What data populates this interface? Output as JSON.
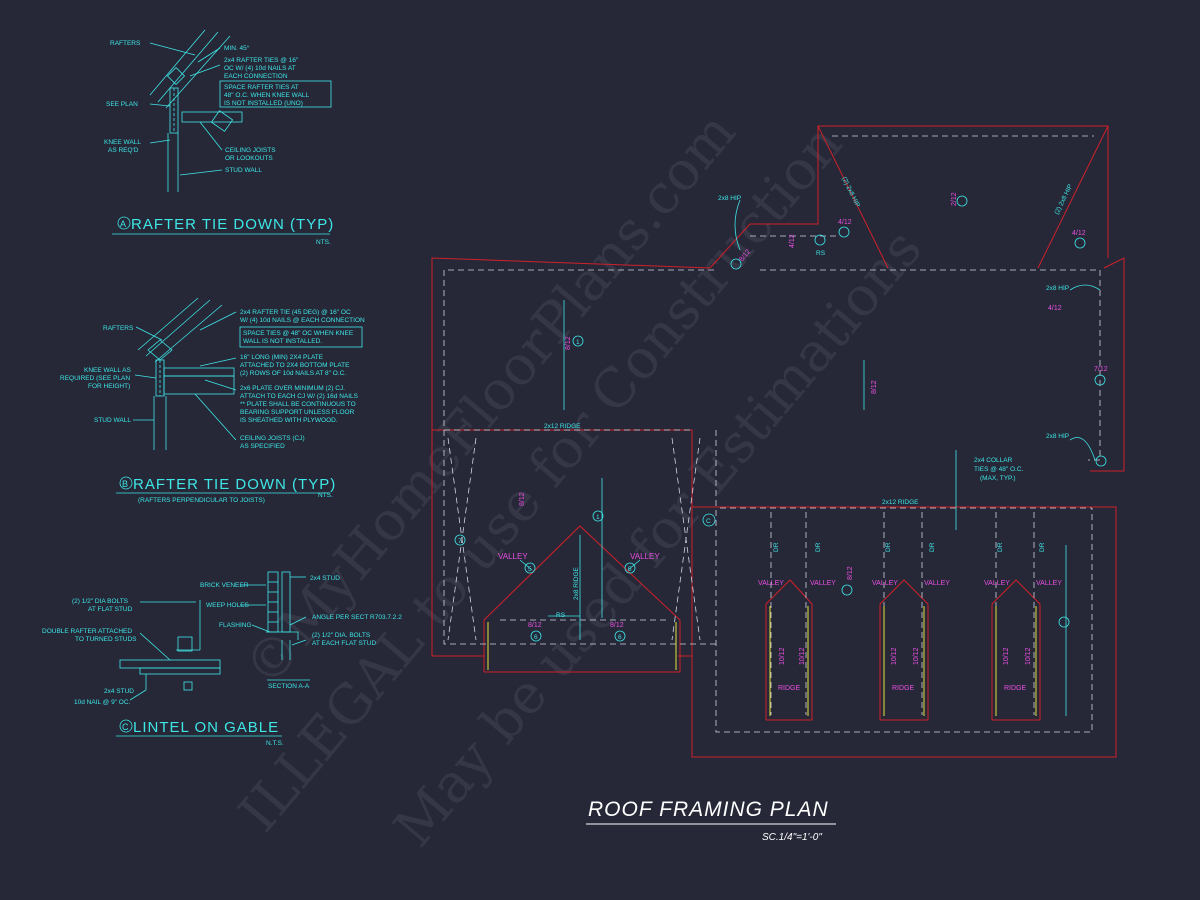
{
  "watermark": {
    "line1": "©MyHomeFloorPlans.com",
    "line2": "ILLEGAL to use for Construction",
    "line3": "May be used for Estimations"
  },
  "detail_a": {
    "title": "RAFTER TIE DOWN (TYP)",
    "marker": "A",
    "scale": "NTS.",
    "notes": {
      "rafters": "RAFTERS",
      "min45": "MIN. 45°",
      "tie1": "2x4 RAFTER TIES @ 16\"",
      "tie2": "OC W/ (4) 10d NAILS AT",
      "tie3": "EACH CONNECTION",
      "box1": "SPACE RAFTER TIES AT",
      "box2": "48\" O.C. WHEN KNEE WALL",
      "box3": "IS NOT INSTALLED (UNO)",
      "see_plan": "SEE PLAN",
      "knee1": "KNEE WALL",
      "knee2": "AS REQ'D",
      "ceil1": "CEILING JOISTS",
      "ceil2": "OR LOOKOUTS",
      "stud": "STUD WALL"
    }
  },
  "detail_b": {
    "title": "RAFTER TIE DOWN (TYP)",
    "marker": "B",
    "subtitle": "(RAFTERS PERPENDICULAR TO JOISTS)",
    "scale": "NTS.",
    "notes": {
      "n1": "2x4 RAFTER TIE (45 DEG) @ 16\" OC",
      "n2": "W/ (4) 10d NAILS @ EACH CONNECTION",
      "box1": "SPACE TIES @ 48\" OC WHEN KNEE",
      "box2": "WALL IS NOT INSTALLED.",
      "n3": "16\" LONG (MIN) 2X4 PLATE",
      "n4": "ATTACHED TO 2X4 BOTTOM PLATE",
      "n5": "(2) ROWS OF 10d NAILS AT 8\" O.C.",
      "n6": "2x6 PLATE OVER MINIMUM (2) CJ.",
      "n7": "ATTACH TO EACH CJ W/ (2) 16d NAILS",
      "n8": "** PLATE SHALL BE CONTINUOUS TO",
      "n9": "BEARING SUPPORT UNLESS FLOOR",
      "n10": "IS SHEATHED WITH PLYWOOD.",
      "ceil1": "CEILING JOISTS (CJ)",
      "ceil2": "AS SPECIFIED",
      "rafters": "RAFTERS",
      "knee1": "KNEE WALL AS",
      "knee2": "REQUIRED (SEE PLAN",
      "knee3": "FOR HEIGHT)",
      "stud": "STUD WALL"
    }
  },
  "detail_c": {
    "title": "LINTEL ON GABLE",
    "marker": "C",
    "scale": "N.T.S.",
    "section": "SECTION A-A",
    "notes": {
      "brick": "BRICK VENEER",
      "weep": "WEEP HOLES",
      "flash": "FLASHING",
      "stud2x4": "2x4 STUD",
      "angle": "ANGLE PER SECT R703.7.2.2",
      "bolts1": "(2) 1/2\" DIA. BOLTS",
      "bolts2": "AT EACH FLAT STUD",
      "lbolts1": "(2) 1/2\" DIA BOLTS",
      "lbolts2": "AT FLAT STUD",
      "dbl1": "DOUBLE RAFTER ATTACHED",
      "dbl2": "TO TURNED STUDS",
      "stud1": "2x4 STUD",
      "stud2": "10d NAIL @ 9\" OC."
    }
  },
  "plan": {
    "title": "ROOF FRAMING PLAN",
    "scale": "SC.1/4\"=1'-0\"",
    "labels": {
      "ridge_left": "2x12 RIDGE",
      "ridge_right": "2x12 RIDGE",
      "ridge_2x8": "2x8 RIDGE",
      "rs1": "RS",
      "rs2": "RS",
      "hip_top": "2x8 HIP",
      "hip_r1": "2x8 HIP",
      "hip_r2": "2x8 HIP",
      "hip_diag_l": "(2) 2x8 HIP",
      "hip_diag_r": "(2) 2x8 HIP",
      "collar1": "2x4 COLLAR",
      "collar2": "TIES @ 48\" O.C.",
      "collar3": "(MAX, TYP.)",
      "valley1": "VALLEY",
      "valley2": "VALLEY",
      "small_valley": "VALLEY",
      "small_ridge": "RIDGE",
      "dr": "DR"
    },
    "pitches": {
      "p812a": "8/12",
      "p812b": "8/12",
      "p812c": "8/12",
      "p812d": "8/12",
      "p812e": "8/12",
      "p812f": "8/12",
      "p812g": "8/12",
      "p412a": "4/12",
      "p412b": "4/12",
      "p412c": "4/12",
      "p412d": "4/12",
      "p212": "2/12",
      "p712": "7/12",
      "p1012": "10/12"
    },
    "tags": {
      "t1": "1",
      "t5": "5",
      "t6": "6",
      "t7": "7",
      "tc": "C"
    }
  },
  "colors": {
    "background": "#262838",
    "cyan": "#3ee6e6",
    "magenta": "#e94fe0",
    "red": "#d0202a",
    "yellow": "#e8e23a",
    "white": "#ffffff"
  }
}
